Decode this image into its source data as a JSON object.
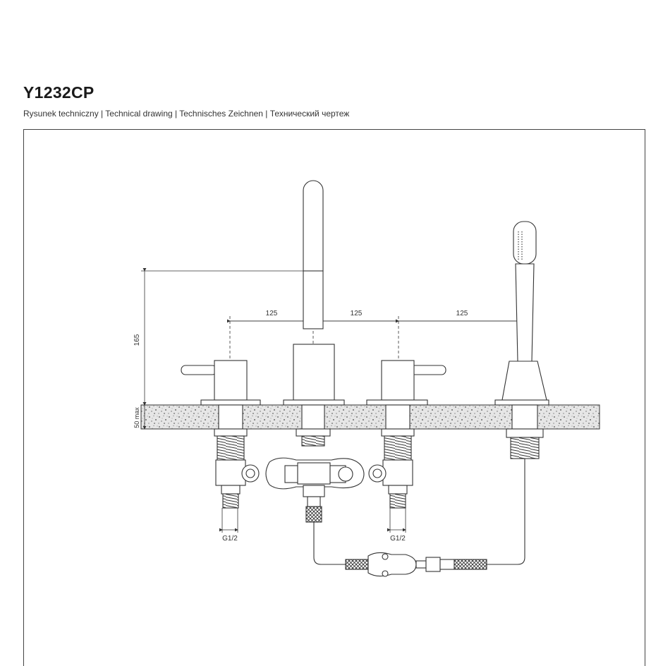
{
  "header": {
    "model": "Y1232CP",
    "subtitle": "Rysunek techniczny | Technical drawing | Technisches Zeichnen | Технический чертеж"
  },
  "dimensions": {
    "spacing_left": "125",
    "spacing_middle": "125",
    "spacing_right": "125",
    "spout_height": "165",
    "deck_thickness": "50 max",
    "thread_left": "G1/2",
    "thread_right": "G1/2"
  },
  "colors": {
    "line": "#333333",
    "counter_fill": "#d9d9d9"
  }
}
